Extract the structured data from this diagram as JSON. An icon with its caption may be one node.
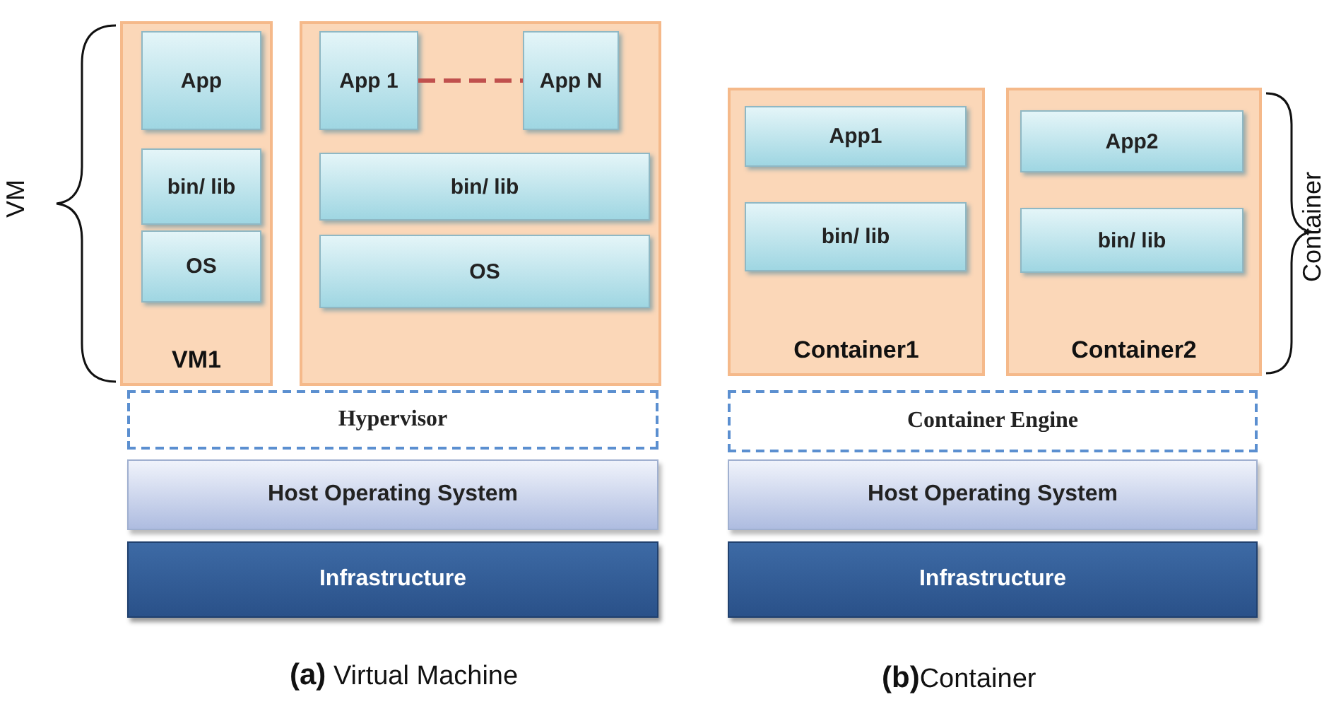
{
  "diagram": {
    "nodes": [
      {
        "text": [
          "VM1"
        ]
      },
      {
        "text": [
          "App"
        ],
        "in": 0
      },
      {
        "text": [
          "bin/ lib"
        ],
        "in": 0
      },
      {
        "text": [
          "OS"
        ],
        "in": 0
      },
      {
        "text": [],
        "shape": "box"
      },
      {
        "text": [
          "App 1"
        ],
        "in": 4
      },
      {
        "text": [
          "App N"
        ],
        "in": 4
      },
      {
        "text": [
          "bin/ lib"
        ],
        "in": 4
      },
      {
        "text": [
          "OS"
        ],
        "in": 4
      },
      {
        "text": [
          "Hypervisor"
        ]
      },
      {
        "text": [
          "Host Operating System"
        ]
      },
      {
        "text": [
          "Infrastructure"
        ]
      },
      {
        "text": [
          "Container1"
        ]
      },
      {
        "text": [
          "App1"
        ],
        "in": 12
      },
      {
        "text": [
          "bin/ lib"
        ],
        "in": 12
      },
      {
        "text": [
          "Container2"
        ]
      },
      {
        "text": [
          "App2"
        ],
        "in": 15
      },
      {
        "text": [
          "bin/ lib"
        ],
        "in": 15
      },
      {
        "text": [
          "Container Engine"
        ]
      },
      {
        "text": [
          "Host Operating System"
        ]
      },
      {
        "text": [
          "Infrastructure"
        ]
      }
    ],
    "edges": [
      {
        "from": 5,
        "to": 6,
        "arrow": "none",
        "style": "dashed",
        "color": "#c0504d"
      }
    ],
    "labels": [
      "VM",
      "Container",
      "**(a)**  Virtual Machine",
      "**(b)**Container"
    ]
  }
}
